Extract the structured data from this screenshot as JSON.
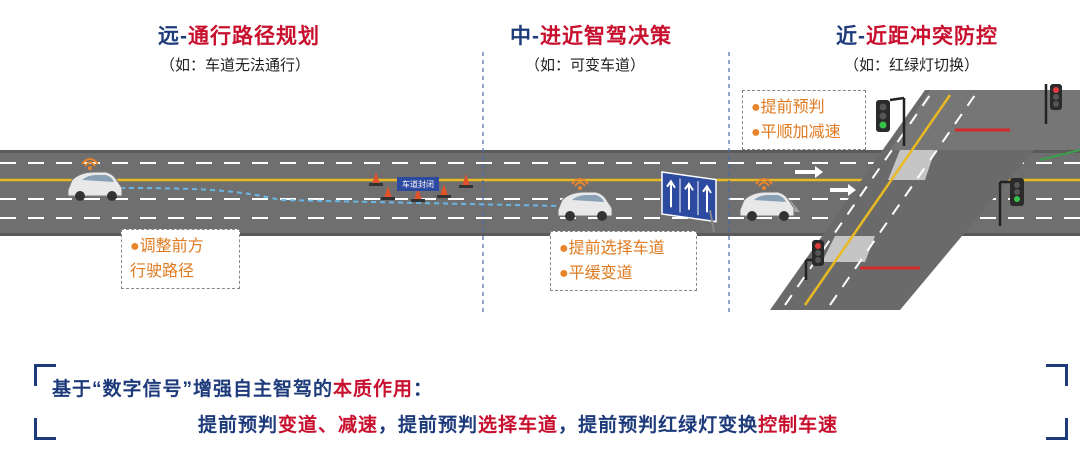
{
  "sections": [
    {
      "prefix": "远-",
      "title": "通行路径规划",
      "subtitle": "（如：车道无法通行）"
    },
    {
      "prefix": "中-",
      "title": "进近智驾决策",
      "subtitle": "（如：可变车道）"
    },
    {
      "prefix": "近-",
      "title": "近距冲突防控",
      "subtitle": "（如：红绿灯切换）"
    }
  ],
  "notes": {
    "far": [
      "调整前方",
      "行驶路径"
    ],
    "mid": [
      "提前选择车道",
      "平缓变道"
    ],
    "near": [
      "提前预判",
      "平顺加减速"
    ]
  },
  "road_sign_text": "车道封闭",
  "summary": {
    "line1_a": "基于“数字信号”增强自主智驾的",
    "line1_b": "本质作用",
    "line1_c": "：",
    "line2_a": "提前预判",
    "line2_b": "变道、减速",
    "line2_c": "，提前预判",
    "line2_d": "选择车道",
    "line2_e": "，提前预判红绿灯变换",
    "line2_f": "控制车速"
  },
  "colors": {
    "navy": "#1d3a7a",
    "red": "#c8102e",
    "orange": "#e07a1f",
    "road": "#6e6e6e"
  }
}
